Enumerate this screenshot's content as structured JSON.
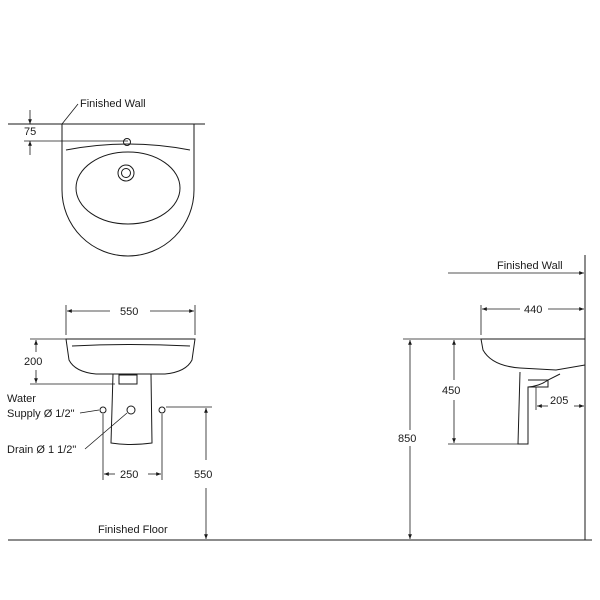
{
  "labels": {
    "finished_wall_top": "Finished Wall",
    "finished_wall_right": "Finished Wall",
    "finished_floor": "Finished Floor",
    "water_supply_line1": "Water",
    "water_supply_line2": "Supply Ø 1/2\"",
    "drain": "Drain Ø 1 1/2\""
  },
  "dimensions": {
    "wall_offset": "75",
    "front_width": "550",
    "front_height": "200",
    "supply_spacing": "250",
    "supply_height": "550",
    "side_depth": "440",
    "rim_to_trap": "450",
    "total_height": "850",
    "trap_depth": "205"
  }
}
